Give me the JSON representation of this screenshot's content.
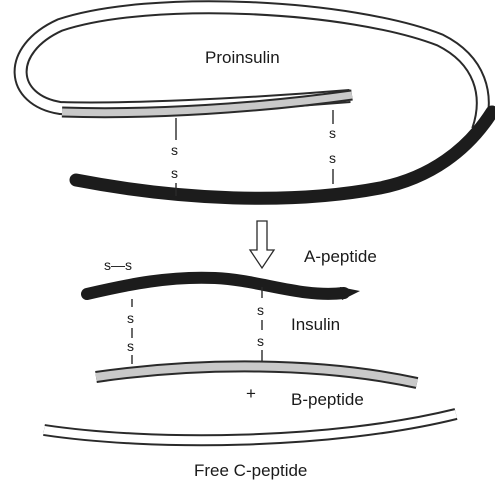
{
  "labels": {
    "proinsulin": "Proinsulin",
    "a_peptide": "A-peptide",
    "insulin": "Insulin",
    "b_peptide": "B-peptide",
    "free_c_peptide": "Free C-peptide",
    "plus": "+",
    "disulfide_letter": "s",
    "intrachain_bridge": "s—s"
  },
  "colors": {
    "a_chain": "#1c1c1c",
    "b_chain": "#c9c9c9",
    "c_peptide": "#ffffff",
    "outline": "#2a2a2a"
  }
}
